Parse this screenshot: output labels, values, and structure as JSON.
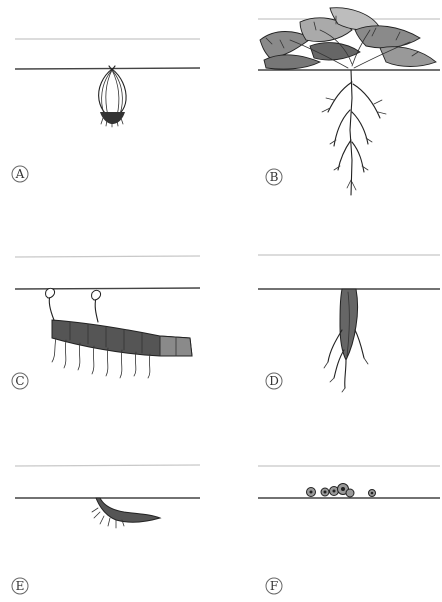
{
  "panels": [
    {
      "id": "A",
      "label": "A",
      "depicts": "bulb"
    },
    {
      "id": "B",
      "label": "B",
      "depicts": "fibrous-root-plant"
    },
    {
      "id": "C",
      "label": "C",
      "depicts": "rhizome"
    },
    {
      "id": "D",
      "label": "D",
      "depicts": "taproot"
    },
    {
      "id": "E",
      "label": "E",
      "depicts": "corm-or-tuber"
    },
    {
      "id": "F",
      "label": "F",
      "depicts": "seeds-on-soil"
    }
  ],
  "colors": {
    "ink": "#222222",
    "air_line": "#c8c8c8",
    "soil_line": "#444444",
    "fill_dark": "#555555",
    "fill_mid": "#8a8a8a",
    "fill_light": "#bdbdbd"
  }
}
